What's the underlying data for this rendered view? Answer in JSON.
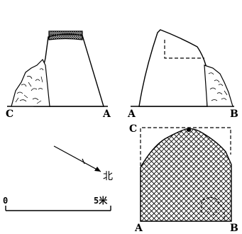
{
  "view1": {
    "label_left": "C",
    "label_right": "A"
  },
  "view2": {
    "label_left": "A",
    "label_right": "B"
  },
  "plan": {
    "label_corner": "C",
    "label_left": "A",
    "label_right": "B"
  },
  "north_arrow": {
    "label": "北"
  },
  "scale": {
    "zero": "0",
    "end": "5米"
  }
}
